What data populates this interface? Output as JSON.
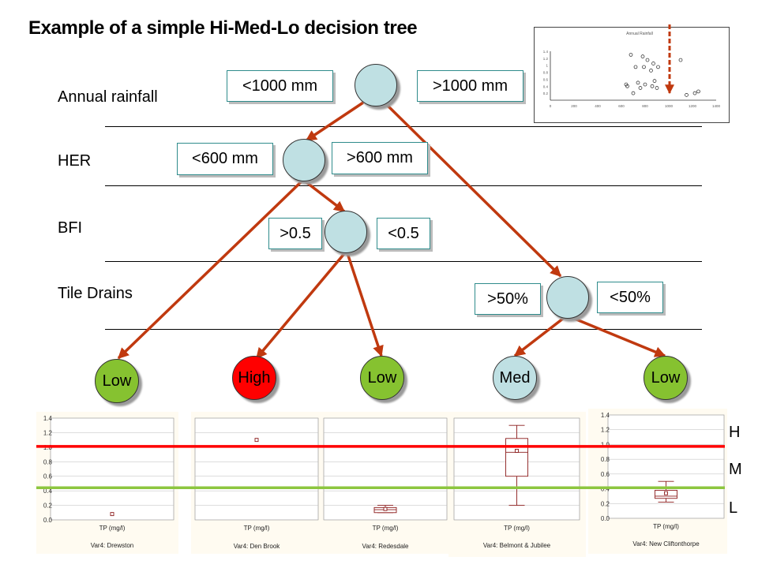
{
  "title": "Example of a simple Hi-Med-Lo decision tree",
  "rows": {
    "rainfall": "Annual rainfall",
    "her": "HER",
    "bfi": "BFI",
    "tile": "Tile Drains"
  },
  "conditions": {
    "rain_low": "<1000 mm",
    "rain_high": ">1000 mm",
    "her_low": "<600 mm",
    "her_high": ">600 mm",
    "bfi_high": ">0.5",
    "bfi_low": "<0.5",
    "tile_high": ">50%",
    "tile_low": "<50%"
  },
  "leaves": [
    {
      "label": "Low",
      "color": "#86c230"
    },
    {
      "label": "High",
      "color": "#ff0000"
    },
    {
      "label": "Low",
      "color": "#86c230"
    },
    {
      "label": "Med",
      "color": "#bfe0e3"
    },
    {
      "label": "Low",
      "color": "#86c230"
    }
  ],
  "levels": {
    "h": "H",
    "m": "M",
    "l": "L"
  },
  "colors": {
    "arrow": "#c0390f",
    "red_line": "#ff0000",
    "green_line": "#8dc63f",
    "node": "#bfe0e3"
  },
  "chart_data": [
    {
      "type": "scatter",
      "title": "Annual Rainfall",
      "x": [
        640,
        650,
        680,
        700,
        720,
        740,
        760,
        780,
        790,
        800,
        820,
        850,
        860,
        870,
        880,
        900,
        910,
        1100,
        1150,
        1220,
        1250
      ],
      "y": [
        0.45,
        0.4,
        1.3,
        0.2,
        0.95,
        0.5,
        0.35,
        1.25,
        0.95,
        0.45,
        1.15,
        0.85,
        0.4,
        1.05,
        0.55,
        0.35,
        0.95,
        1.15,
        0.15,
        0.2,
        0.25
      ],
      "xlim": [
        0,
        1400
      ],
      "ylim": [
        0,
        1.4
      ],
      "xticks": [
        "0",
        "200",
        "400",
        "600",
        "800",
        "1000",
        "1200",
        "1400"
      ],
      "yticks": [
        "1.4",
        "1.2",
        "1",
        "0.8",
        "0.6",
        "0.4",
        "0.2"
      ]
    },
    {
      "type": "box",
      "xlabel": "TP (mg/l)",
      "caption": "Var4: Drewston",
      "yticks": [
        "1.4",
        "1.2",
        "1.0",
        "0.8",
        "0.6",
        "0.4",
        "0.2",
        "0.0"
      ],
      "ylim": [
        0,
        1.4
      ],
      "min": 0.08,
      "q1": 0.08,
      "median": 0.08,
      "q3": 0.08,
      "max": 0.08,
      "mean": 0.08
    },
    {
      "type": "box",
      "xlabel": "TP (mg/l)",
      "caption": "Var4: Den Brook",
      "ylim": [
        0,
        1.4
      ],
      "min": 1.1,
      "q1": 1.1,
      "median": 1.1,
      "q3": 1.1,
      "max": 1.1,
      "mean": 1.1
    },
    {
      "type": "box",
      "xlabel": "TP (mg/l)",
      "caption": "Var4: Redesdale",
      "ylim": [
        0,
        1.4
      ],
      "min": 0.1,
      "q1": 0.1,
      "median": 0.14,
      "q3": 0.17,
      "max": 0.2,
      "mean": 0.15
    },
    {
      "type": "box",
      "xlabel": "TP (mg/l)",
      "caption": "Var4: Belmont & Jubilee",
      "ylim": [
        0,
        1.4
      ],
      "min": 0.2,
      "q1": 0.6,
      "median": 0.93,
      "q3": 1.12,
      "max": 1.3,
      "mean": 0.95
    },
    {
      "type": "box",
      "xlabel": "TP (mg/l)",
      "caption": "Var4: New Cliftonthorpe",
      "yticks": [
        "1.4",
        "1.2",
        "1.0",
        "0.8",
        "0.6",
        "0.4",
        "0.2",
        "0.0"
      ],
      "ylim": [
        0,
        1.4
      ],
      "min": 0.22,
      "q1": 0.27,
      "median": 0.3,
      "q3": 0.38,
      "max": 0.5,
      "mean": 0.34
    }
  ],
  "thresholds": {
    "high": 1.0,
    "low": 0.42
  }
}
